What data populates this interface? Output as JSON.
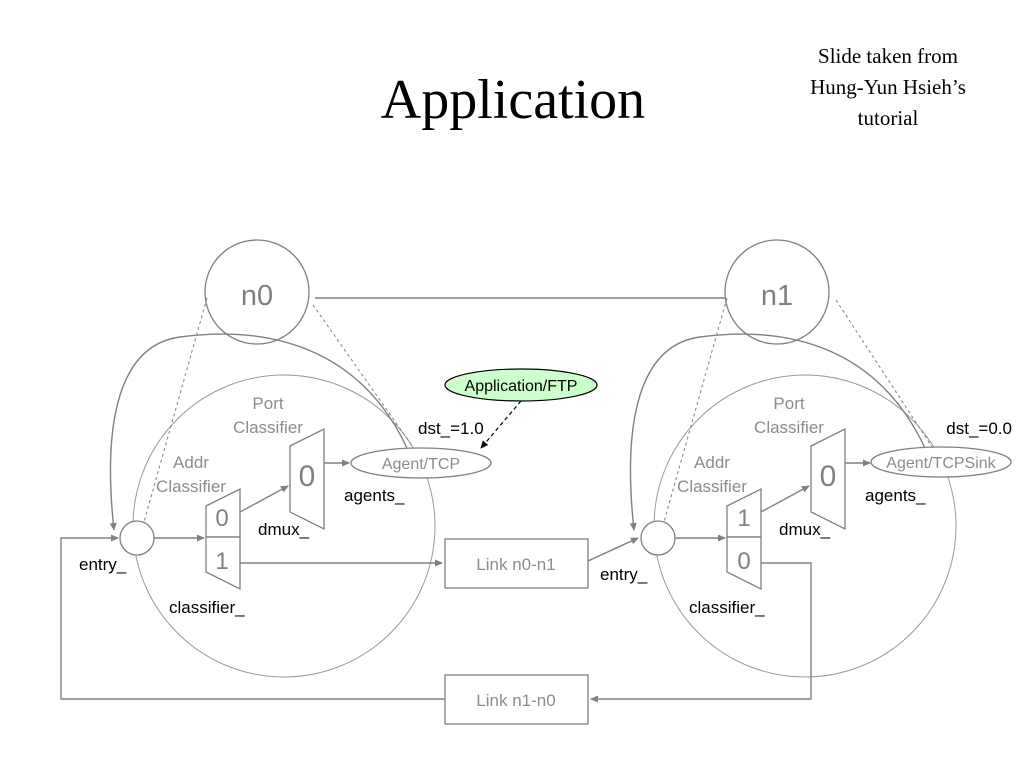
{
  "slide": {
    "title": "Application",
    "credit": [
      "Slide taken from",
      "Hung-Yun Hsieh’s",
      "tutorial"
    ]
  },
  "nodes": {
    "n0": {
      "name": "n0",
      "port_classifier": [
        "Port",
        "Classifier"
      ],
      "addr_classifier": [
        "Addr",
        "Classifier"
      ],
      "dmux_slot": "0",
      "classifier_slots": [
        "0",
        "1"
      ],
      "agent": "Agent/TCP",
      "dst": "dst_=1.0",
      "agents": "agents_",
      "dmux": "dmux_",
      "entry": "entry_",
      "classifier": "classifier_"
    },
    "n1": {
      "name": "n1",
      "port_classifier": [
        "Port",
        "Classifier"
      ],
      "addr_classifier": [
        "Addr",
        "Classifier"
      ],
      "dmux_slot": "0",
      "classifier_slots": [
        "1",
        "0"
      ],
      "agent": "Agent/TCPSink",
      "dst": "dst_=0.0",
      "agents": "agents_",
      "dmux": "dmux_",
      "entry": "entry_",
      "classifier": "classifier_"
    }
  },
  "application": {
    "label": "Application/FTP",
    "fill": "#ccffcc"
  },
  "links": {
    "forward": "Link n0-n1",
    "reverse": "Link n1-n0"
  },
  "colors": {
    "stroke": "#808080",
    "text_gray": "#8c8c8c",
    "text_black": "#000000"
  }
}
